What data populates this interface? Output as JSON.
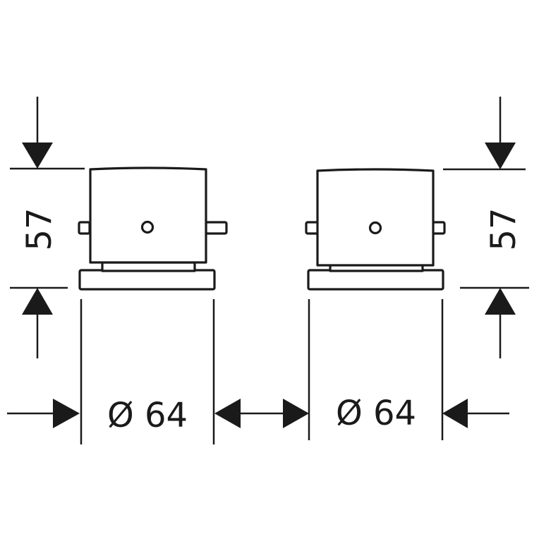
{
  "dimensions": {
    "left_height": "57",
    "right_height": "57",
    "left_diameter": "Ø 64",
    "right_diameter": "Ø 64"
  },
  "colors": {
    "line": "#1a1a1a",
    "background": "#ffffff"
  }
}
